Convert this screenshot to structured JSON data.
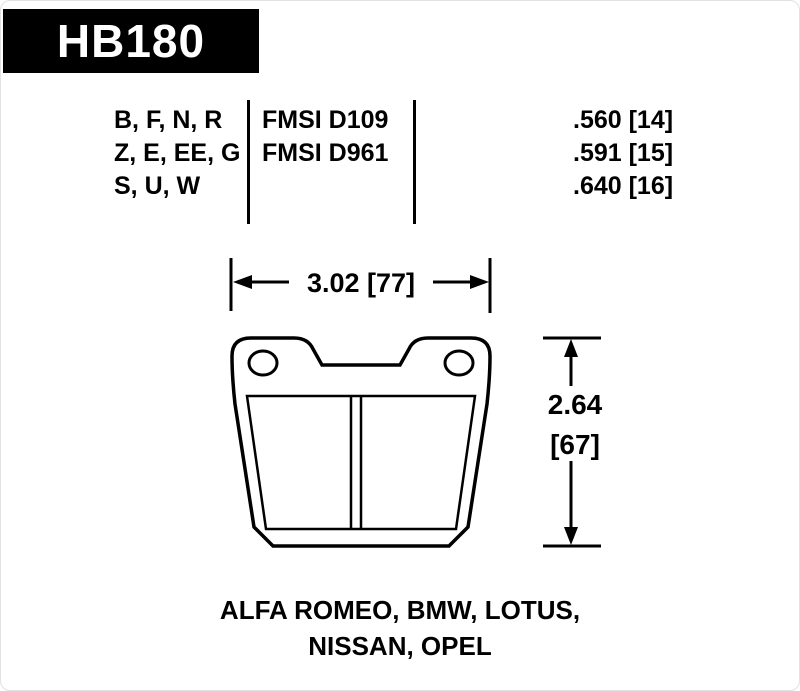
{
  "header": {
    "part_number": "HB180"
  },
  "spec_table": {
    "compound_rows": [
      "B, F, N, R",
      "Z, E, EE, G",
      "S, U, W"
    ],
    "fmsi_rows": [
      "FMSI D109",
      "FMSI D961"
    ],
    "thickness_rows": [
      ".560 [14]",
      ".591 [15]",
      ".640 [16]"
    ]
  },
  "dimensions": {
    "width": "3.02 [77]",
    "height_in": "2.64",
    "height_mm": "[67]"
  },
  "applications": {
    "line1": "ALFA ROMEO, BMW, LOTUS,",
    "line2": "NISSAN, OPEL"
  },
  "colors": {
    "ink": "#000000",
    "background": "#ffffff",
    "header_bg": "#000000",
    "header_text": "#ffffff"
  }
}
